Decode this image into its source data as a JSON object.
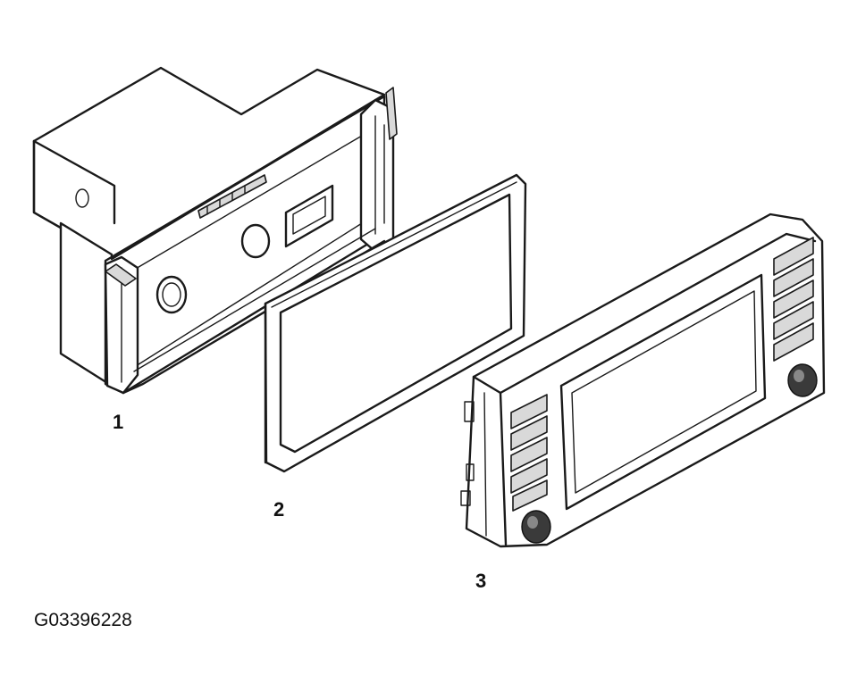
{
  "labels": {
    "part1": "1",
    "part2": "2",
    "part3": "3"
  },
  "figure_id": "G03396228"
}
